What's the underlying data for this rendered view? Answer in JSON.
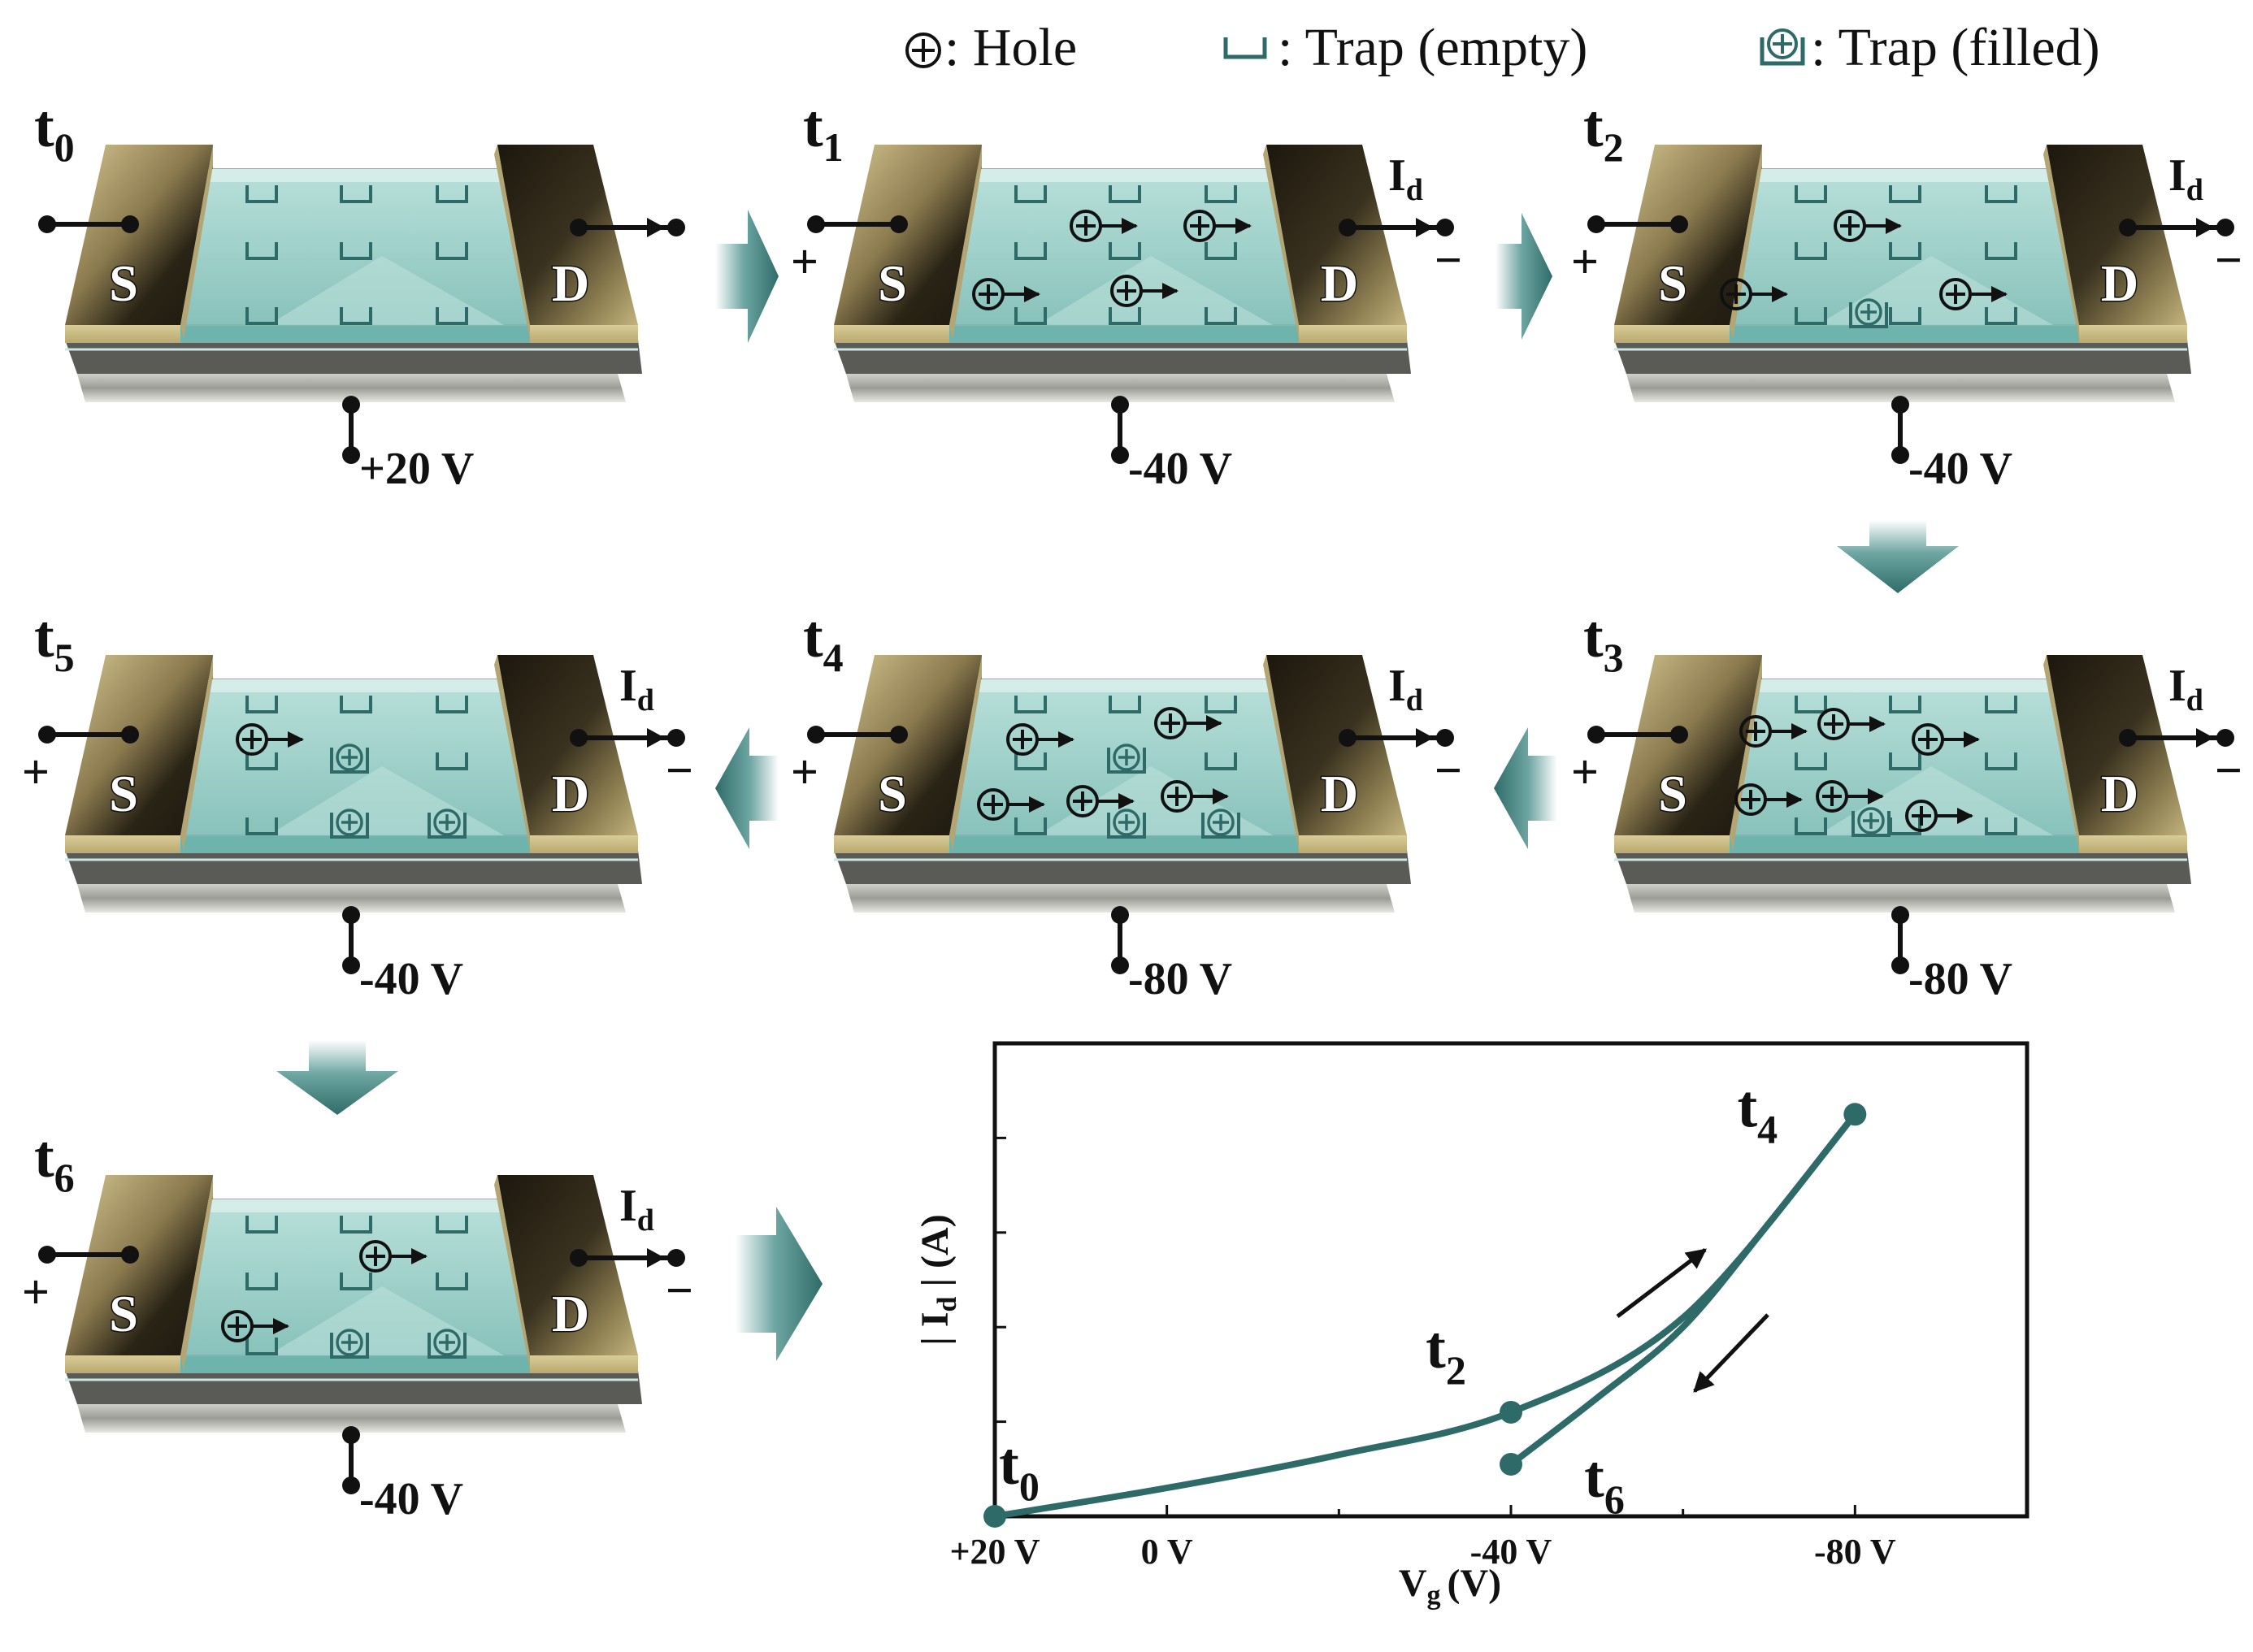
{
  "legend": {
    "hole_label": ": Hole",
    "trap_empty_label": ": Trap (empty)",
    "trap_filled_label": ": Trap (filled)"
  },
  "colors": {
    "teal": "#2e6b68",
    "channel": "#9ccfc9",
    "electrode_dark": "#2a2416",
    "electrode_light": "#c8b986"
  },
  "panels": [
    {
      "id": "t0",
      "label": "t",
      "sub": "0",
      "gate_voltage": "+20 V",
      "source_sign": "",
      "drain_sign": "",
      "current_label": "",
      "current_sub": ""
    },
    {
      "id": "t1",
      "label": "t",
      "sub": "1",
      "gate_voltage": "-40 V",
      "source_sign": "+",
      "drain_sign": "−",
      "current_label": "I",
      "current_sub": "d"
    },
    {
      "id": "t2",
      "label": "t",
      "sub": "2",
      "gate_voltage": "-40 V",
      "source_sign": "+",
      "drain_sign": "−",
      "current_label": "I",
      "current_sub": "d"
    },
    {
      "id": "t3",
      "label": "t",
      "sub": "3",
      "gate_voltage": "-80 V",
      "source_sign": "+",
      "drain_sign": "−",
      "current_label": "I",
      "current_sub": "d"
    },
    {
      "id": "t4",
      "label": "t",
      "sub": "4",
      "gate_voltage": "-80 V",
      "source_sign": "+",
      "drain_sign": "−",
      "current_label": "I",
      "current_sub": "d"
    },
    {
      "id": "t5",
      "label": "t",
      "sub": "5",
      "gate_voltage": "-40 V",
      "source_sign": "+",
      "drain_sign": "−",
      "current_label": "I",
      "current_sub": "d"
    },
    {
      "id": "t6",
      "label": "t",
      "sub": "6",
      "gate_voltage": "-40 V",
      "source_sign": "+",
      "drain_sign": "−",
      "current_label": "I",
      "current_sub": "d"
    }
  ],
  "electrodes": {
    "source": "S",
    "drain": "D"
  },
  "chart_data": {
    "type": "line",
    "xlabel_main": "V",
    "xlabel_sub": "g",
    "xlabel_unit": "(V)",
    "ylabel_pre": "| I",
    "ylabel_sub": "d",
    "ylabel_post": " | (A)",
    "x_tick_labels": [
      "+20 V",
      "0 V",
      "-40 V",
      "-80 V"
    ],
    "x_ticks": [
      20,
      0,
      -40,
      -80
    ],
    "xlim": [
      20,
      -100
    ],
    "series": [
      {
        "points": [
          [
            20,
            0.0
          ],
          [
            0,
            0.06
          ],
          [
            -20,
            0.13
          ],
          [
            -40,
            0.22
          ],
          [
            -60,
            0.42
          ],
          [
            -80,
            0.85
          ]
        ]
      },
      {
        "points": [
          [
            -80,
            0.85
          ],
          [
            -70,
            0.62
          ],
          [
            -60,
            0.4
          ],
          [
            -50,
            0.25
          ],
          [
            -40,
            0.11
          ]
        ]
      }
    ],
    "annotations": [
      {
        "label": "t",
        "sub": "0",
        "x": 20,
        "y": 0.0
      },
      {
        "label": "t",
        "sub": "2",
        "x": -40,
        "y": 0.22
      },
      {
        "label": "t",
        "sub": "4",
        "x": -80,
        "y": 0.85
      },
      {
        "label": "t",
        "sub": "6",
        "x": -40,
        "y": 0.11
      }
    ]
  }
}
